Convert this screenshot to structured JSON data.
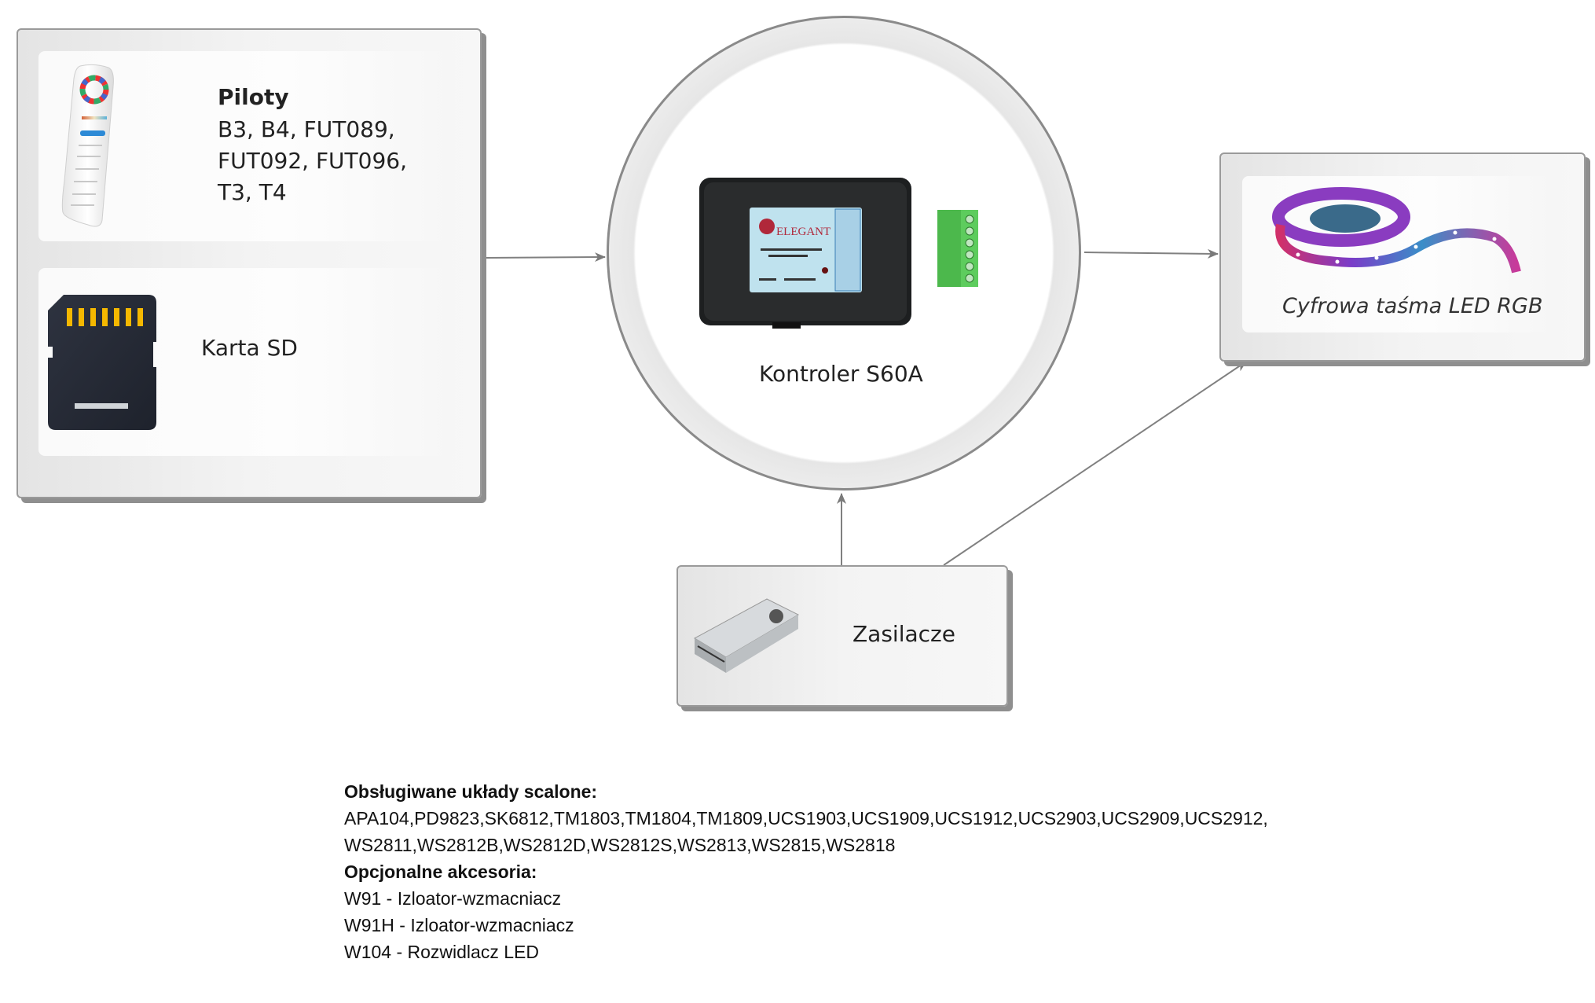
{
  "remotes": {
    "title": "Piloty",
    "lines": [
      "B3, B4, FUT089,",
      "FUT092, FUT096,",
      "T3, T4"
    ],
    "icon": "remote-control-image"
  },
  "sd_card": {
    "label": "Karta SD",
    "icon": "sd-card-icon"
  },
  "controller": {
    "label": "Kontroler S60A",
    "logo_text": "ELEGANT",
    "icon": "controller-image"
  },
  "led_strip": {
    "label": "Cyfrowa taśma LED RGB",
    "icon": "led-strip-image"
  },
  "power_supply": {
    "label": "Zasilacze",
    "icon": "power-supply-image"
  },
  "info": {
    "chips_heading": "Obsługiwane układy scalone:",
    "chips_lines": [
      "APA104,PD9823,SK6812,TM1803,TM1804,TM1809,UCS1903,UCS1909,UCS1912,UCS2903,UCS2909,UCS2912,",
      "WS2811,WS2812B,WS2812D,WS2812S,WS2813,WS2815,WS2818"
    ],
    "accessories_heading": "Opcjonalne akcesoria:",
    "accessories": [
      "W91 - Izloator-wzmacniacz",
      "W91H - Izloator-wzmacniacz",
      "W104 - Rozwidlacz LED"
    ]
  },
  "colors": {
    "line": "#808080",
    "sd_contacts": "#f5b800",
    "sd_body": "#262a36",
    "connector": "#4cb84c"
  }
}
